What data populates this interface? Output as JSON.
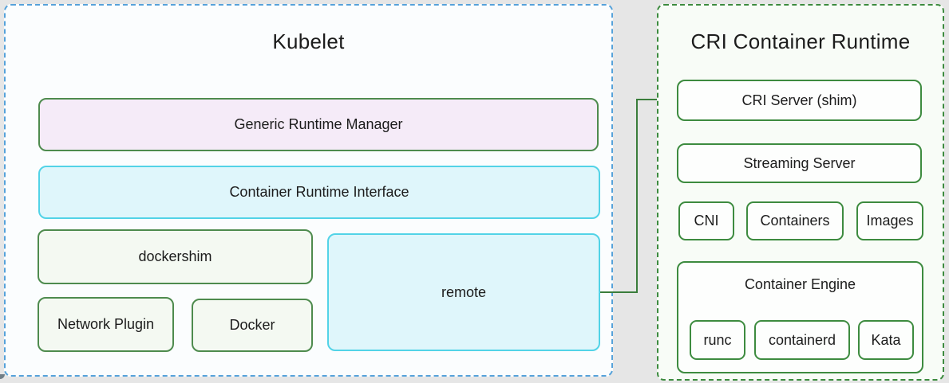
{
  "colors": {
    "page_bg": "#e6e6e6",
    "kubelet_bg": "#fbfdfe",
    "kubelet_border": "#56a2da",
    "cri_panel_bg": "#f8fcf7",
    "green_border": "#3d8b3f",
    "green_border_soft": "#4e8b4e",
    "lavender_fill": "#f5ebf8",
    "cyan_fill": "#dff6fb",
    "cyan_border": "#52d3e7",
    "light_green_fill": "#f4f9f2",
    "white_fill": "#fdfefd",
    "connector": "#3a7d3b",
    "text": "#1c1c1c"
  },
  "kubelet": {
    "title": "Kubelet",
    "generic_runtime_manager": "Generic Runtime Manager",
    "container_runtime_interface": "Container Runtime Interface",
    "dockershim": "dockershim",
    "network_plugin": "Network Plugin",
    "docker": "Docker",
    "remote": "remote"
  },
  "cri_runtime": {
    "title": "CRI Container Runtime",
    "cri_server": "CRI Server (shim)",
    "streaming_server": "Streaming Server",
    "cni": "CNI",
    "containers": "Containers",
    "images": "Images",
    "container_engine": "Container Engine",
    "runc": "runc",
    "containerd": "containerd",
    "kata": "Kata"
  }
}
